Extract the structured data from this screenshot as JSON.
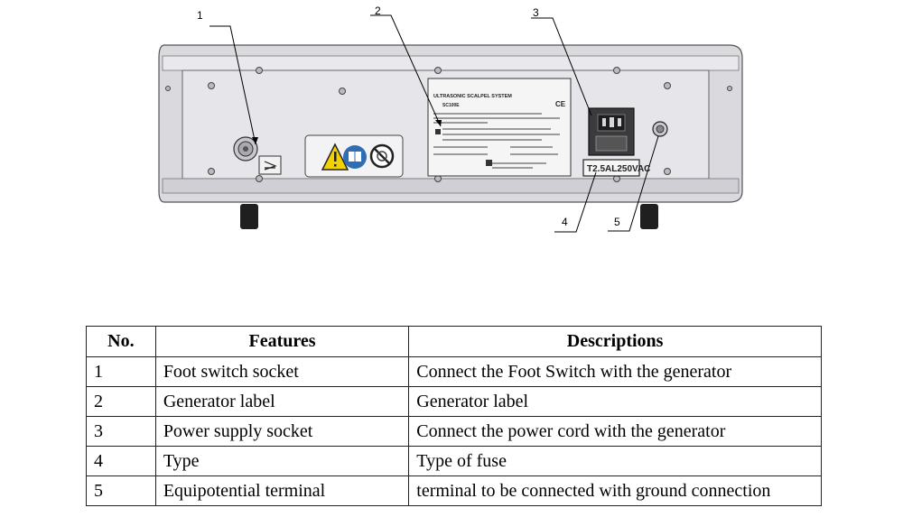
{
  "diagram": {
    "callouts": [
      "1",
      "2",
      "3",
      "4",
      "5"
    ],
    "label_title": "ULTRASONIC SCALPEL SYSTEM",
    "label_model": "SC100E",
    "fuse_label": "T2.5AL250VAC",
    "colors": {
      "panel": "#e6e6ea",
      "body": "#d9d9de",
      "blue": "#2f6db5",
      "warning": "#f1d200"
    }
  },
  "table": {
    "headers": [
      "No.",
      "Features",
      "Descriptions"
    ],
    "rows": [
      [
        "1",
        "Foot switch socket",
        "Connect the Foot Switch with the generator"
      ],
      [
        "2",
        "Generator label",
        "Generator label"
      ],
      [
        "3",
        "Power supply socket",
        "Connect the power cord with the generator"
      ],
      [
        "4",
        "Type",
        "Type of fuse"
      ],
      [
        "5",
        "Equipotential terminal",
        "terminal to be connected with ground connection"
      ]
    ]
  }
}
